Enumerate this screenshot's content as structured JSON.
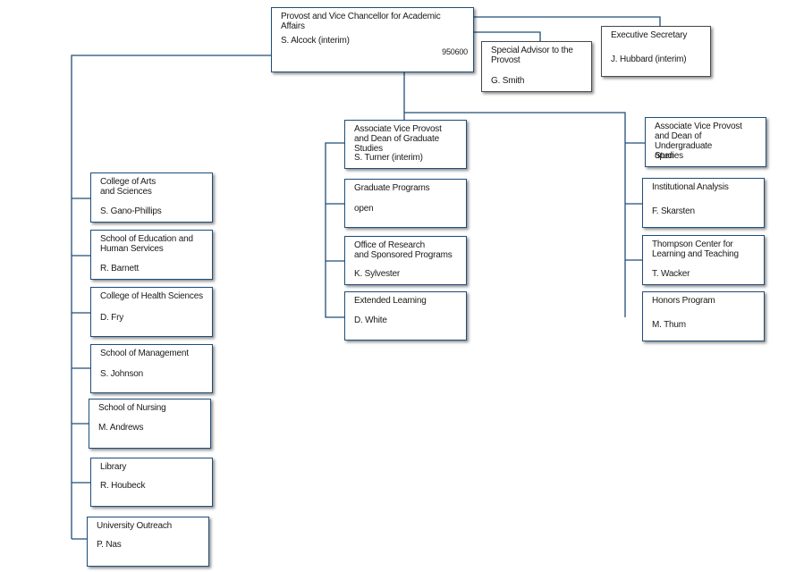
{
  "top": {
    "title": "Provost and Vice Chancellor for Academic Affairs",
    "person": "S. Alcock (interim)",
    "code": "950600"
  },
  "staff": [
    {
      "title": "Special Advisor to the\nProvost",
      "person": "G. Smith"
    },
    {
      "title": "Executive Secretary",
      "person": "J. Hubbard (interim)"
    }
  ],
  "colleges": [
    {
      "title": "College of Arts\nand Sciences",
      "person": "S. Gano-Phillips"
    },
    {
      "title": "School of Education and\nHuman Services",
      "person": "R. Barnett"
    },
    {
      "title": "College of Health Sciences",
      "person": "D. Fry"
    },
    {
      "title": "School of Management",
      "person": "S. Johnson"
    },
    {
      "title": "School of Nursing",
      "person": "M. Andrews"
    },
    {
      "title": "Library",
      "person": "R. Houbeck"
    },
    {
      "title": "University Outreach",
      "person": "P. Nas"
    }
  ],
  "graduate": [
    {
      "title": "Associate Vice Provost\nand Dean of Graduate Studies",
      "person": "S. Turner (interim)"
    },
    {
      "title": "Graduate Programs",
      "person": "open"
    },
    {
      "title": "Office of Research\nand Sponsored Programs",
      "person": "K. Sylvester"
    },
    {
      "title": "Extended  Learning",
      "person": "D. White"
    }
  ],
  "undergraduate": [
    {
      "title": "Associate Vice Provost\nand Dean of Undergraduate\nStudies",
      "person": "open"
    },
    {
      "title": "Institutional Analysis",
      "person": "F. Skarsten"
    },
    {
      "title": "Thompson Center for\nLearning and Teaching",
      "person": "T. Wacker"
    },
    {
      "title": "Honors Program",
      "person": "M. Thum"
    }
  ],
  "colors": {
    "box_border": "#1f4e79",
    "line": "#1f4e79"
  }
}
